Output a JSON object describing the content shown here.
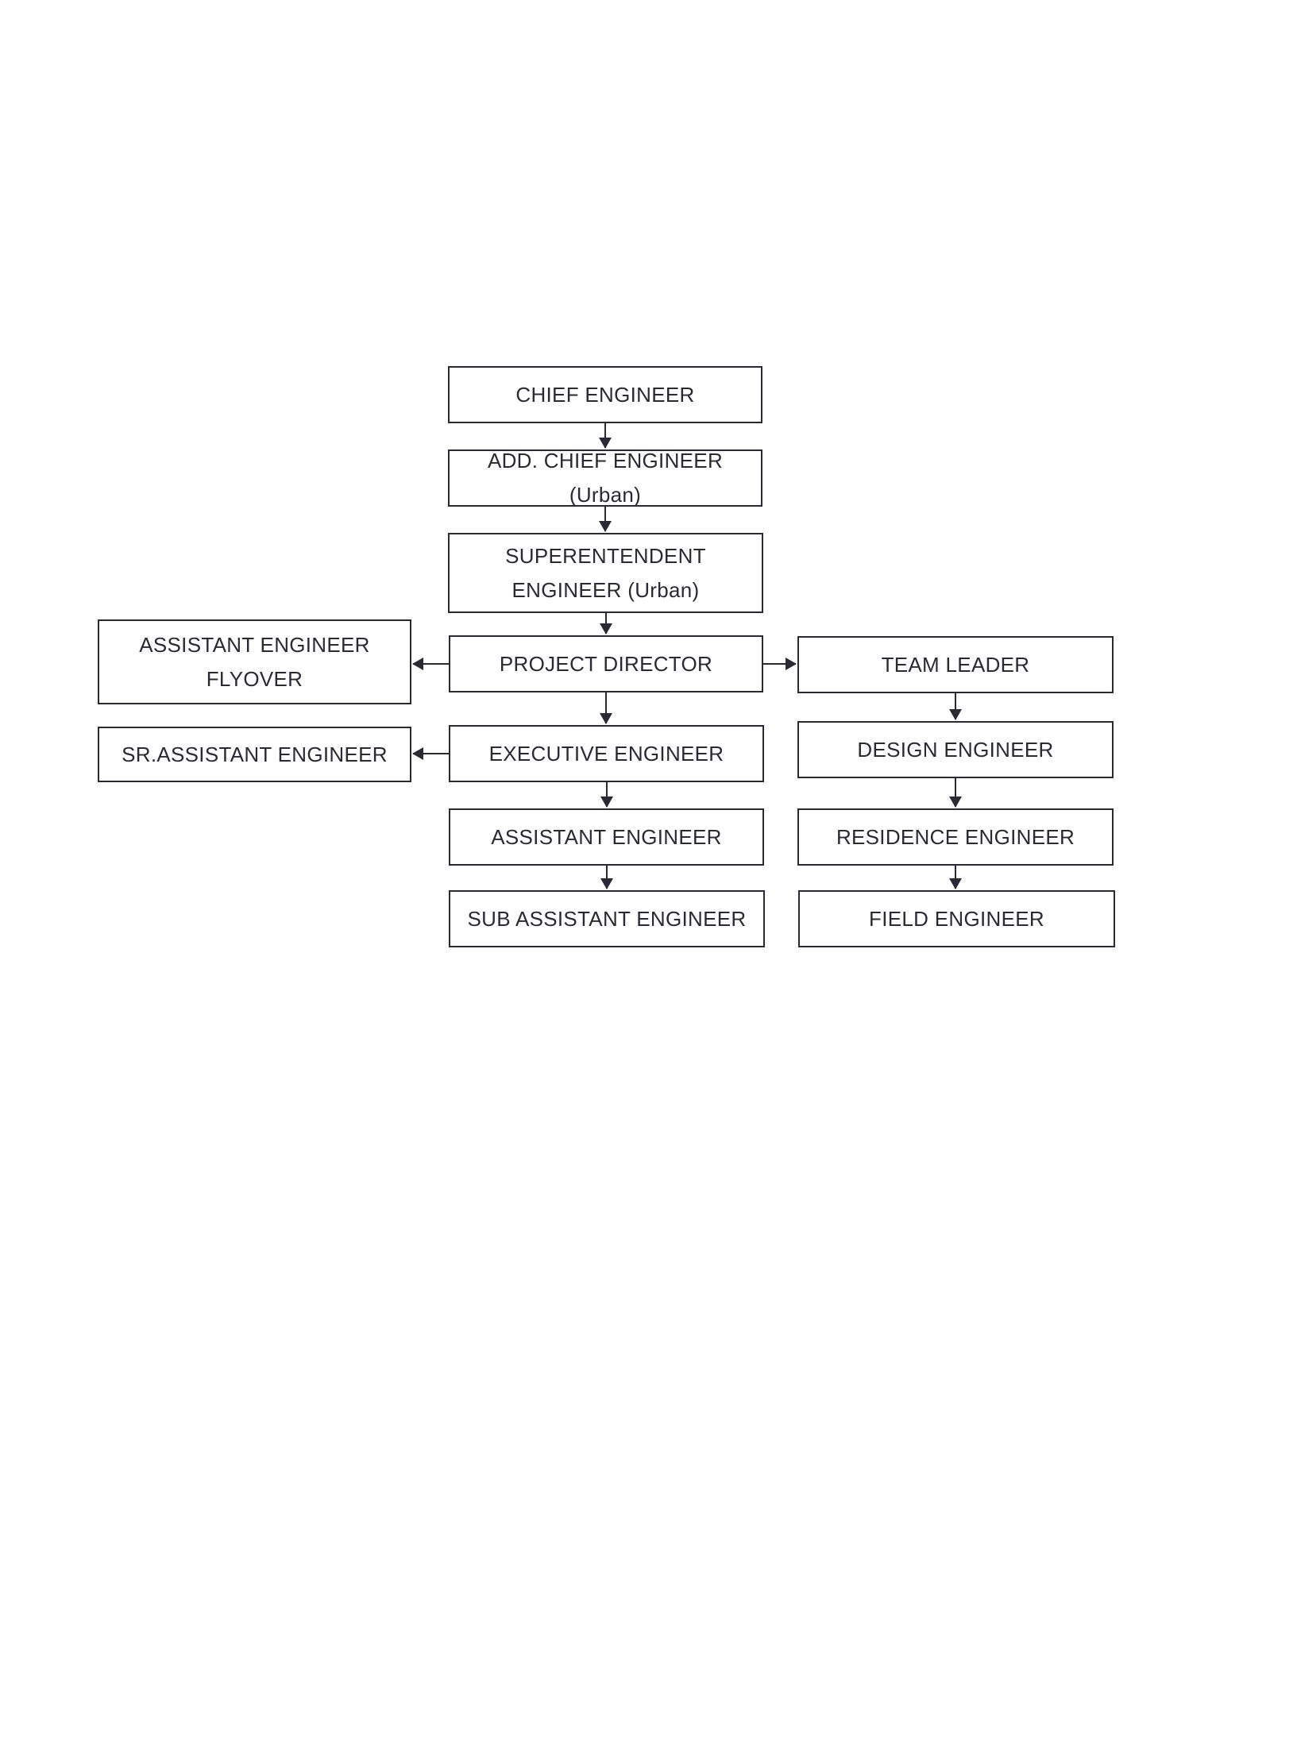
{
  "diagram": {
    "nodes": {
      "chief_engineer": "CHIEF ENGINEER",
      "add_chief_engineer": "ADD. CHIEF ENGINEER (Urban)",
      "superintendent_engineer": "SUPERENTENDENT ENGINEER (Urban)",
      "project_director": "PROJECT DIRECTOR",
      "assistant_engineer_flyover": "ASSISTANT ENGINEER FLYOVER",
      "team_leader": "TEAM LEADER",
      "executive_engineer": "EXECUTIVE ENGINEER",
      "sr_assistant_engineer": "SR.ASSISTANT ENGINEER",
      "design_engineer": "DESIGN ENGINEER",
      "assistant_engineer": "ASSISTANT ENGINEER",
      "residence_engineer": "RESIDENCE ENGINEER",
      "sub_assistant_engineer": "SUB ASSISTANT ENGINEER",
      "field_engineer": "FIELD ENGINEER"
    },
    "edges": [
      {
        "from": "chief_engineer",
        "to": "add_chief_engineer"
      },
      {
        "from": "add_chief_engineer",
        "to": "superintendent_engineer"
      },
      {
        "from": "superintendent_engineer",
        "to": "project_director"
      },
      {
        "from": "project_director",
        "to": "assistant_engineer_flyover"
      },
      {
        "from": "project_director",
        "to": "team_leader"
      },
      {
        "from": "project_director",
        "to": "executive_engineer"
      },
      {
        "from": "executive_engineer",
        "to": "sr_assistant_engineer"
      },
      {
        "from": "executive_engineer",
        "to": "assistant_engineer"
      },
      {
        "from": "assistant_engineer",
        "to": "sub_assistant_engineer"
      },
      {
        "from": "team_leader",
        "to": "design_engineer"
      },
      {
        "from": "design_engineer",
        "to": "residence_engineer"
      },
      {
        "from": "residence_engineer",
        "to": "field_engineer"
      }
    ],
    "colors": {
      "line": "#2a2a36",
      "background": "#ffffff"
    }
  }
}
